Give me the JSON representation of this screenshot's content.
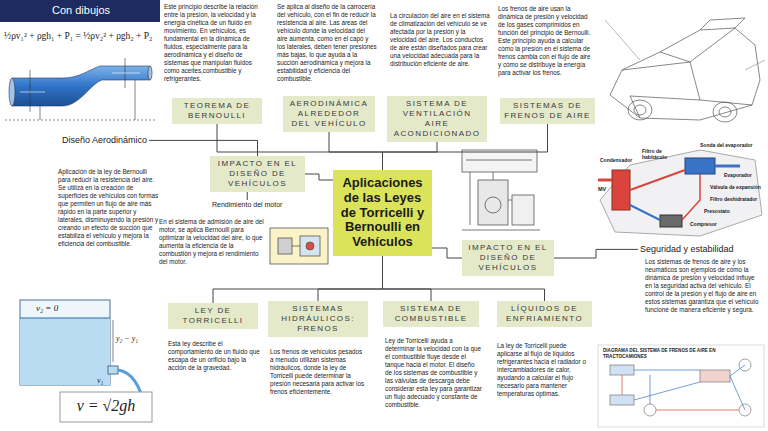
{
  "diagram": {
    "title": "Con dibujos",
    "nodes": [
      {
        "text": [
          "Aplicaciones de las Leyes de Torricelli y Bernoulli en Vehículos"
        ]
      },
      {
        "text": [
          "TEOREMA DE BERNOULLI"
        ]
      },
      {
        "text": [
          "AERODINÁMICA ALREDEDOR DEL VEHÍCULO"
        ]
      },
      {
        "text": [
          "SISTEMA DE VENTILACIÓN AIRE ACONDICIONADO"
        ]
      },
      {
        "text": [
          "SISTEMAS DE FRENOS DE AIRE"
        ]
      },
      {
        "text": [
          "IMPACTO EN EL DISEÑO DE VEHÍCULOS"
        ]
      },
      {
        "text": [
          "Diseño Aerodinámico"
        ]
      },
      {
        "text": [
          "Rendimiento del motor"
        ]
      },
      {
        "text": [
          "IMPACTO EN EL DISEÑO DE VEHÍCULOS"
        ]
      },
      {
        "text": [
          "Seguridad y estabilidad"
        ]
      },
      {
        "text": [
          "LEY DE TORRICELLI"
        ]
      },
      {
        "text": [
          "SISTEMAS HIDRÁULICOS: FRENOS"
        ]
      },
      {
        "text": [
          "SISTEMA DE COMBUSTIBLE"
        ]
      },
      {
        "text": [
          "LÍQUIDOS DE ENFRIAMIENTO"
        ]
      }
    ],
    "edges": [
      {
        "from": 0,
        "to": 1,
        "arrow": "none"
      },
      {
        "from": 0,
        "to": 2,
        "arrow": "none"
      },
      {
        "from": 0,
        "to": 3,
        "arrow": "none"
      },
      {
        "from": 0,
        "to": 4,
        "arrow": "none"
      },
      {
        "from": 0,
        "to": 5,
        "arrow": "none"
      },
      {
        "from": 5,
        "to": 6,
        "arrow": "none"
      },
      {
        "from": 5,
        "to": 7,
        "arrow": "none"
      },
      {
        "from": 0,
        "to": 8,
        "arrow": "none"
      },
      {
        "from": 8,
        "to": 9,
        "arrow": "none"
      },
      {
        "from": 0,
        "to": 10,
        "arrow": "none"
      },
      {
        "from": 0,
        "to": 11,
        "arrow": "none"
      },
      {
        "from": 0,
        "to": 12,
        "arrow": "none"
      },
      {
        "from": 0,
        "to": 13,
        "arrow": "none"
      }
    ],
    "labels": [
      "Este principio describe la relación entre la presión, la velocidad y la energía cinética de un fluido en movimiento. En vehículos, es fundamental en la dinámica de fluidos, especialmente para la aerodinámica y el diseño de sistemas que manipulan fluidos como aceites,combustible y refrigerantes.",
      "Se aplica al diseño de la carrocería del vehículo, con el fin de reducir la resistencia al aire. Las áreas del vehículo donde la velocidad del aire aumenta, como en el capó y los laterales, deben tener presiones más bajas, lo que ayuda a la succión aerodinámica y mejora la estabilidad y eficiencia del combustible.",
      "La circulación del aire en el sistema de climatización del vehículo se ve afectada por la presión y la velocidad del aire. Los conductos de aire están diseñados para crear una velocidad adecuada para la distribución eficiente de aire.",
      "Los frenos de aire usan la dinámica de presión y velocidad de los gases comprimidos en función del principio de Bernoulli. Este principio ayuda a calcular cómo la presión en el sistema de frenos cambia con el flujo de aire y cómo se distribuye la energía para activar los frenos.",
      "Aplicación de la ley de Bernoulli para reducir la resistencia del aire. Se utiliza en la creación de superficies de vehículos con formas que permiten un flujo de aire más rápido en la parte superior y laterales, disminuyendo la presión y creando un efecto de succión que estabiliza el vehículo y mejora la eficiencia del combustible.",
      "En el sistema de admisión de aire del motor, se aplica Bernoulli para optimizar la velocidad del aire, lo que aumenta la eficiencia de la combustión y mejora el rendimiento del motor.",
      "Los sistemas de frenos de aire y los neumáticos son ejemplos de cómo la dinámica de presión y velocidad influye en la seguridad activa del vehículo. El control de la presión y el flujo de aire en estos sistemas garantiza que el vehículo funcione de manera eficiente y segura.",
      "Esta ley describe el comportamiento de un fluido que escapa de un orificio bajo la acción de la gravedad.",
      "Los frenos de vehículos pesados a menudo utilizan sistemas hidráulicos, donde la ley de Torricelli puede determinar la presión necesaria para activar los frenos eficientemente.",
      "Ley de Torricelli ayuda a determinar la velocidad con la que el combustible fluye desde el tanque hacia el motor. El diseño de los sistemas de combustible y las válvulas de descarga debe considerar esta ley para garantizar un flujo adecuado y constante de combustible.",
      "La ley de Torricelli puede aplicarse al flujo de líquidos refrigerantes hacia el radiador o intercambiadores de calor, ayudando a calcular el flujo necesario para mantener temperaturas óptimas.",
      "½ρv₁² + ρgh₁ + P₁ = ½ρv₂² + ρgh₂ + P₂",
      "v₂ = 0",
      "y₂ − y₁",
      "v₁",
      "v = √2gh",
      "Filtro de habitáculo",
      "Sonda del evaporador",
      "Condensador",
      "Evaporador",
      "Válvula de expansión",
      "MV",
      "Filtro deshidratador",
      "Presostato",
      "Compresor",
      "DIAGRAMA DEL SISTEMA DE FRENOS DE AIRE EN TRACTOCAMIONES"
    ]
  }
}
